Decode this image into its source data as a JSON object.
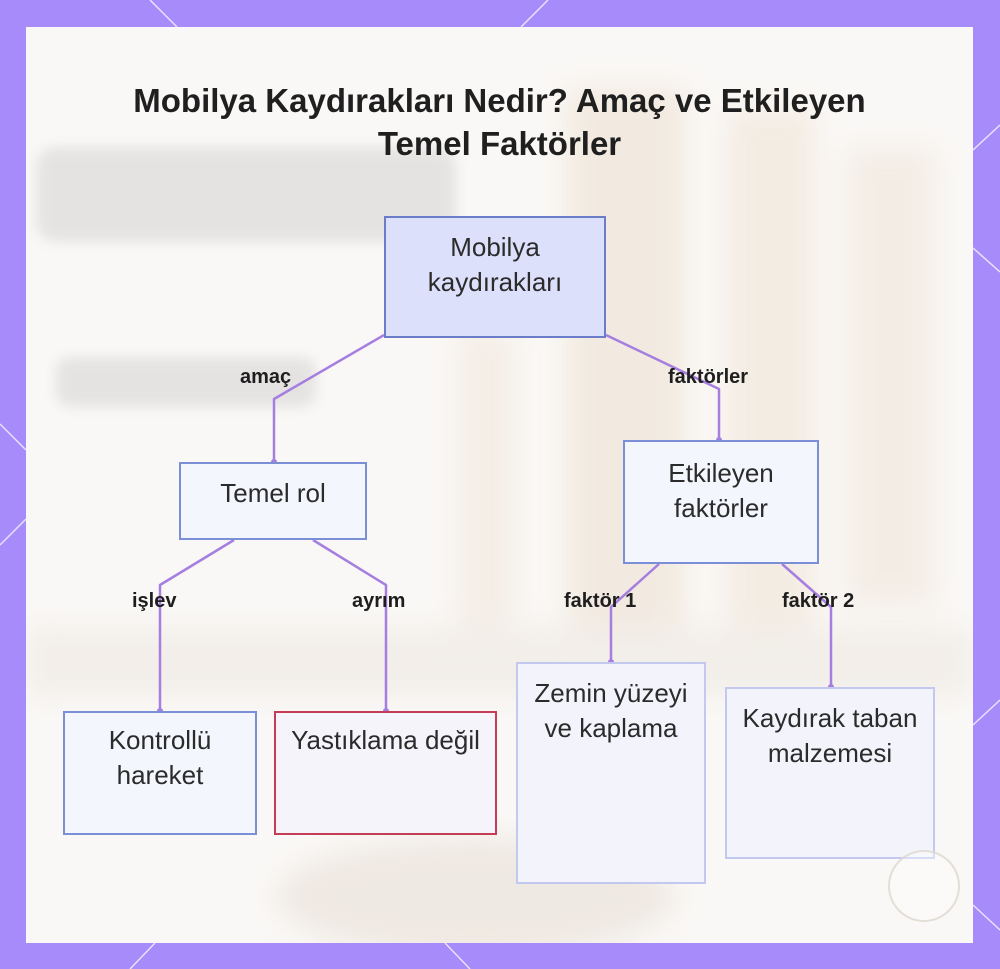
{
  "title": "Mobilya Kaydırakları Nedir? Amaç ve Etkileyen Temel Faktörler",
  "nodes": {
    "root": "Mobilya kaydırakları",
    "role": "Temel rol",
    "factors": "Etkileyen faktörler",
    "controlled": "Kontrollü hareket",
    "not_cushion": "Yastıklama değil",
    "floor": "Zemin yüzeyi ve kaplama",
    "material": "Kaydırak taban malzemesi"
  },
  "edges": {
    "purpose": "amaç",
    "factors": "faktörler",
    "function": "işlev",
    "distinction": "ayrım",
    "factor1": "faktör 1",
    "factor2": "faktör 2"
  },
  "colors": {
    "frame": "#a78bfa",
    "connector": "#a57ee0",
    "node_border": "#7b8fd6",
    "root_fill": "#dde0fb",
    "accent_border": "#c43c56"
  }
}
